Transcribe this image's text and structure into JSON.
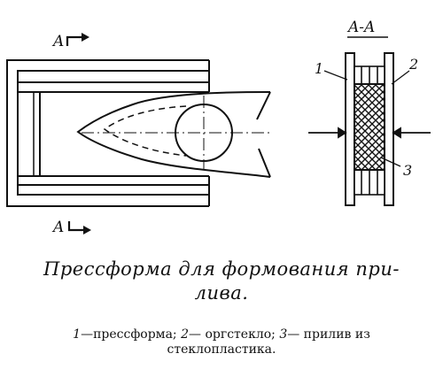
{
  "section_marks": {
    "top": "A",
    "bottom": "A",
    "view_title": "A-A"
  },
  "callouts": {
    "one": "1",
    "two": "2",
    "three": "3"
  },
  "caption": {
    "title_line1": "Прессформа для формования при-",
    "title_line2": "лива."
  },
  "legend": {
    "item1_num": "1",
    "item1_text": "—прессформа; ",
    "item2_num": "2",
    "item2_text": "— оргстекло; ",
    "item3_num": "3",
    "item3_text": "— прилив из",
    "line2": "стеклопластика."
  }
}
